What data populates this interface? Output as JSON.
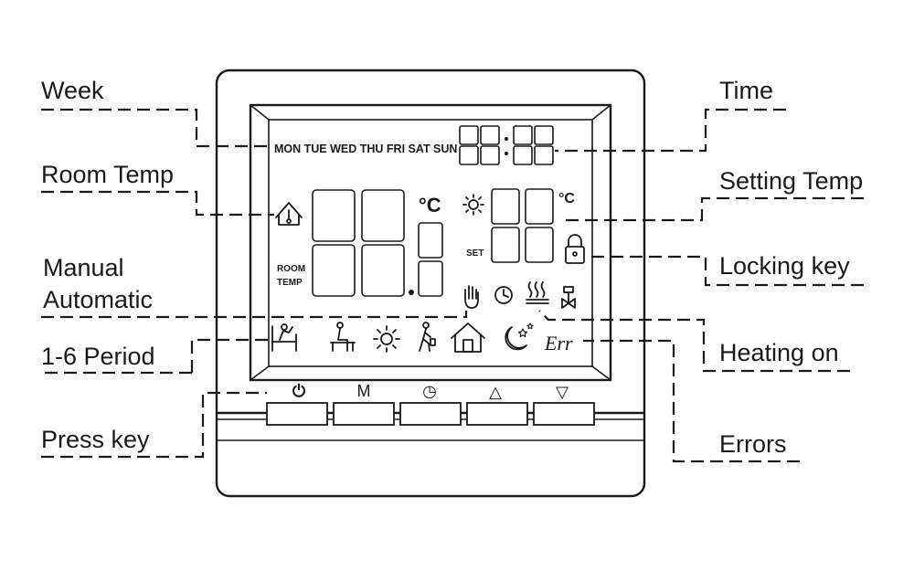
{
  "callouts": {
    "week": "Week",
    "room_temp": "Room Temp",
    "manual": "Manual",
    "automatic": "Automatic",
    "period": "1-6 Period",
    "press_key": "Press key",
    "time": "Time",
    "setting_temp": "Setting Temp",
    "locking_key": "Locking key",
    "heating_on": "Heating on",
    "errors": "Errors"
  },
  "display": {
    "weekdays": "MON TUE WED THU FRI SAT SUN",
    "room_label_1": "ROOM",
    "room_label_2": "TEMP",
    "set_label": "SET",
    "celsius_room": "°C",
    "celsius_set": "°C",
    "error_text": "Err"
  },
  "buttons": {
    "power": "⏻",
    "mode": "M",
    "clock": "◷",
    "up": "△",
    "down": "▽"
  }
}
